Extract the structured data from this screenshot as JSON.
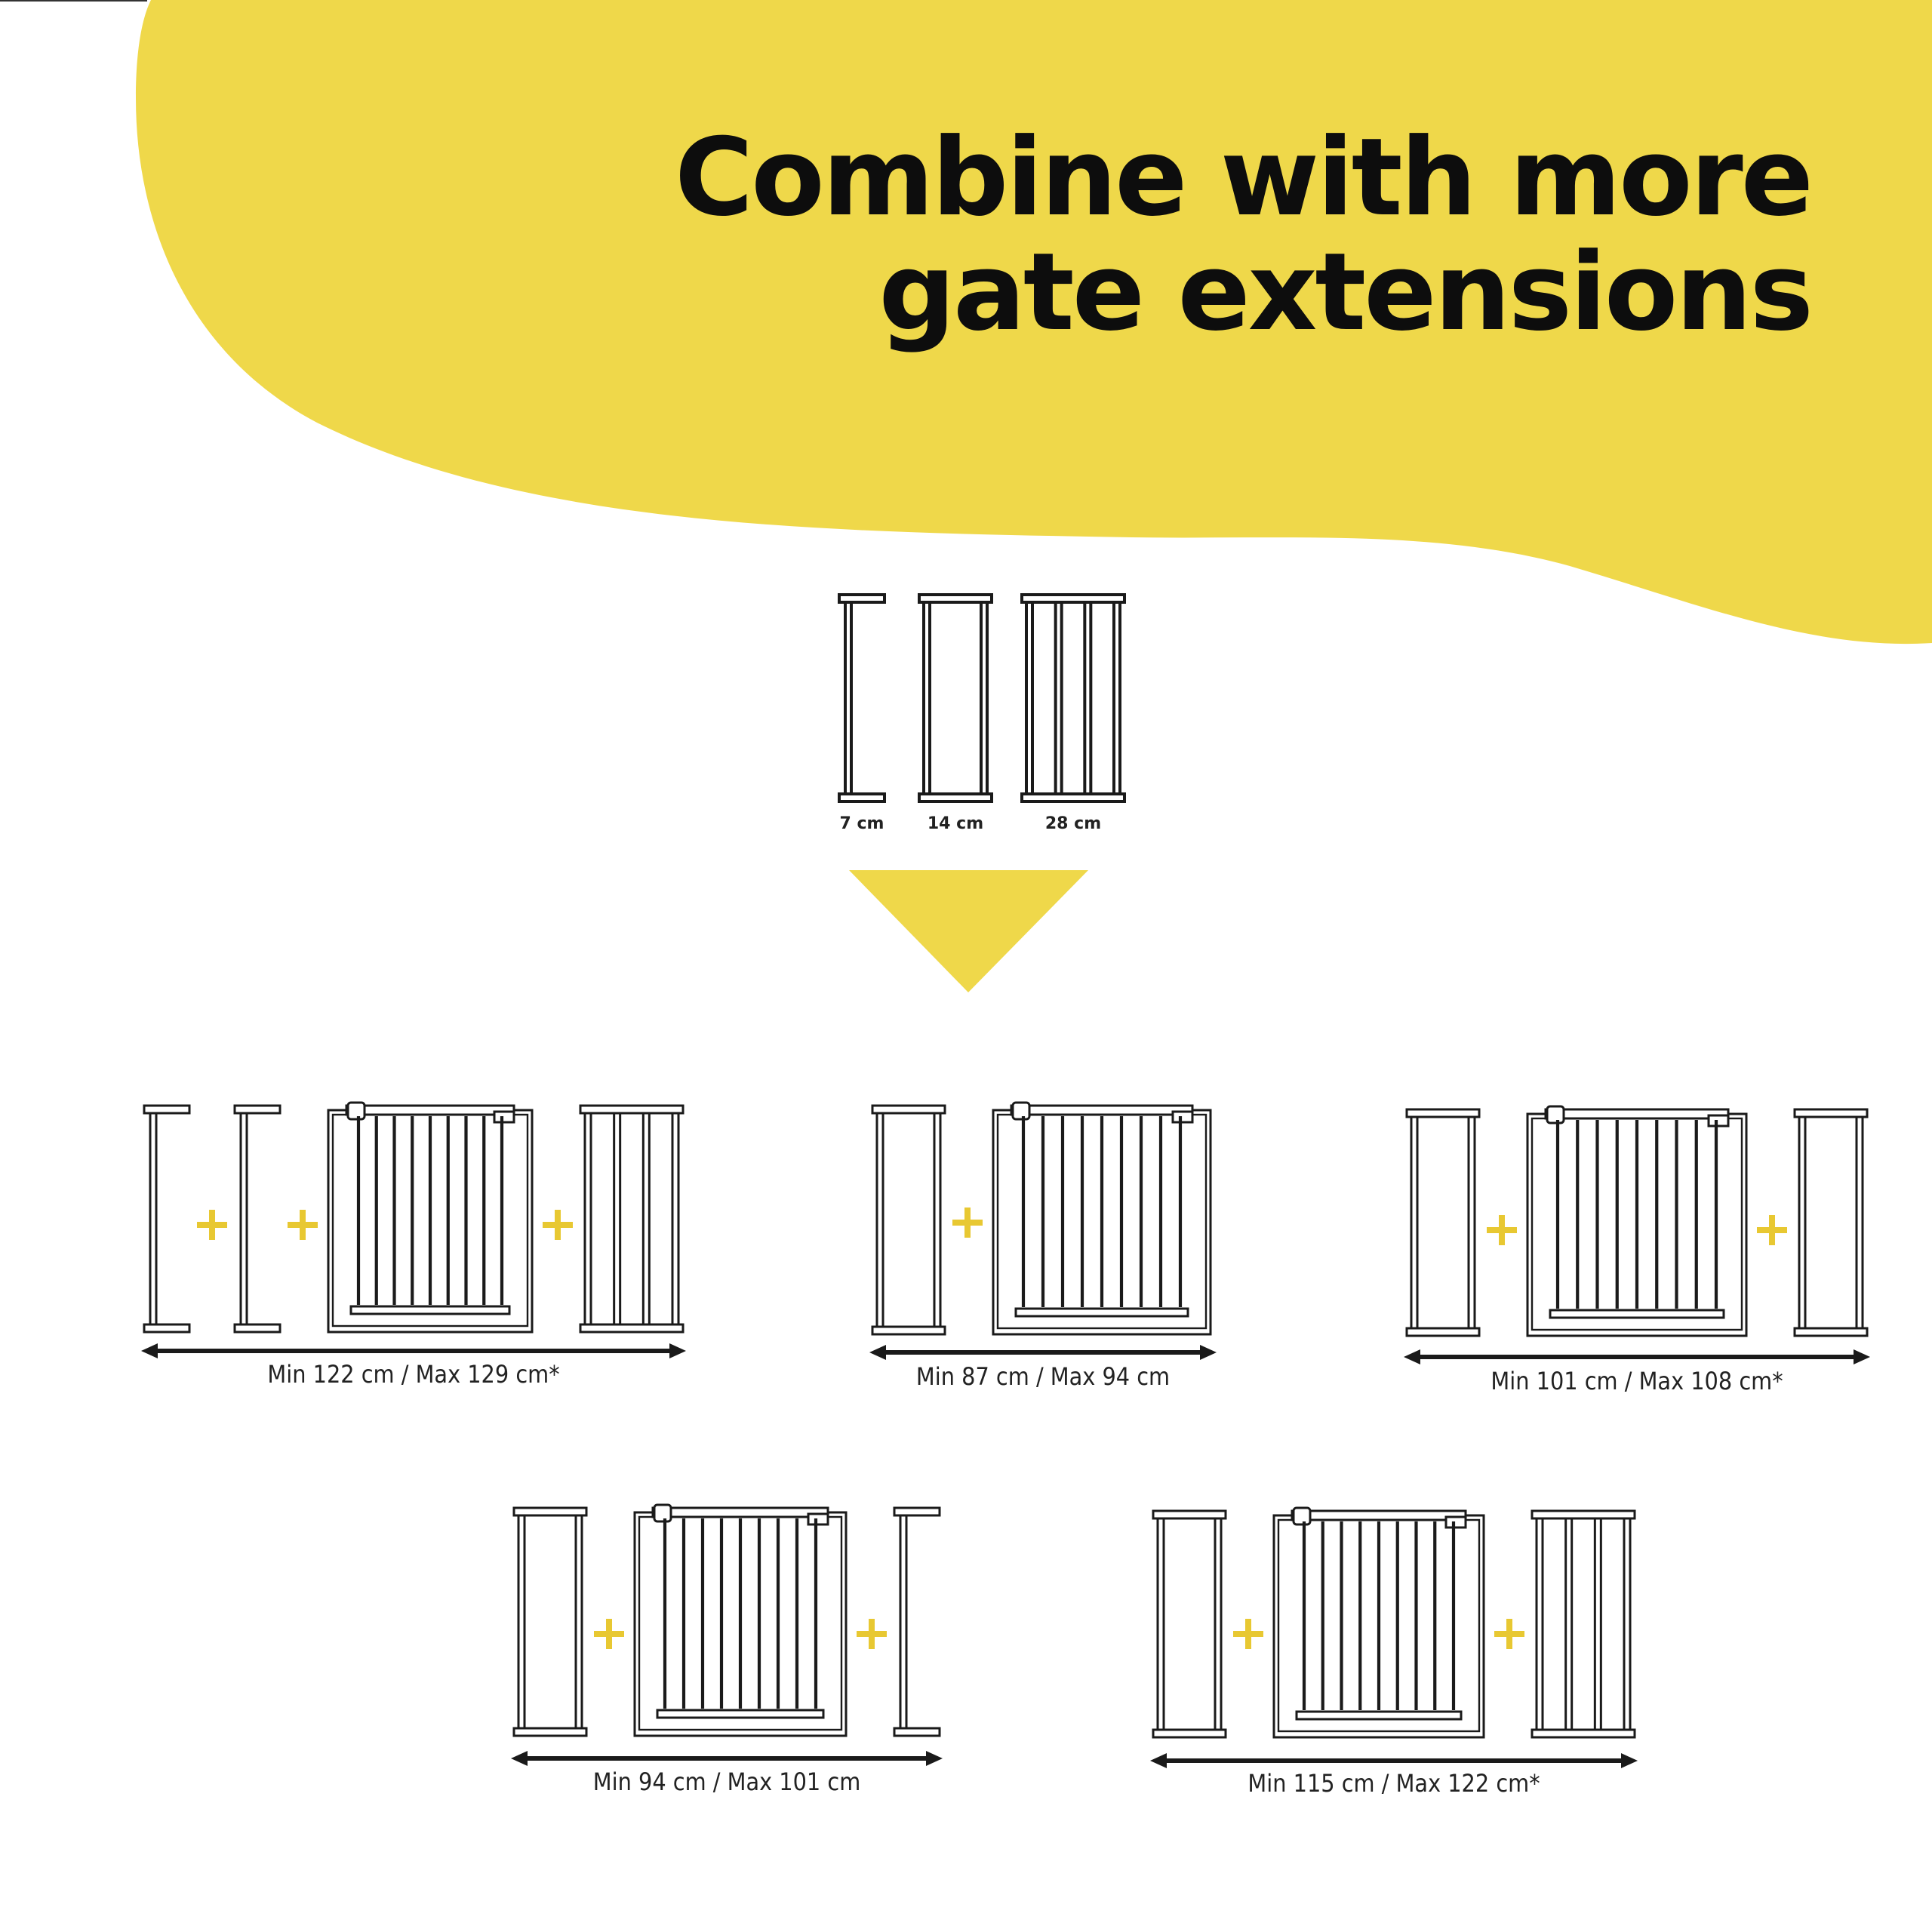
{
  "heading": {
    "line1": "Combine with more",
    "line2": "gate extensions"
  },
  "colors": {
    "accent_yellow": "#efd84a",
    "line_dark": "#1a1a1a",
    "plus_yellow": "#e8c832"
  },
  "extensions": [
    {
      "label": "7 cm",
      "bars": 1
    },
    {
      "label": "14 cm",
      "bars": 2
    },
    {
      "label": "28 cm",
      "bars": 4
    }
  ],
  "arrow_icon": "down-triangle",
  "configurations": [
    {
      "id": "config-1",
      "label": "Min 122 cm / Max 129 cm*",
      "left_bars": [
        1,
        1
      ],
      "right_bars": [
        4
      ]
    },
    {
      "id": "config-2",
      "label": "Min 87 cm / Max 94 cm",
      "left_bars": [
        2
      ],
      "right_bars": []
    },
    {
      "id": "config-3",
      "label": "Min 101 cm / Max 108 cm*",
      "left_bars": [
        2
      ],
      "right_bars": [
        2
      ]
    },
    {
      "id": "config-4",
      "label": "Min 94 cm / Max 101 cm",
      "left_bars": [
        2
      ],
      "right_bars": [
        1
      ]
    },
    {
      "id": "config-5",
      "label": "Min 115 cm / Max 122 cm*",
      "left_bars": [
        2
      ],
      "right_bars": [
        4
      ]
    }
  ]
}
